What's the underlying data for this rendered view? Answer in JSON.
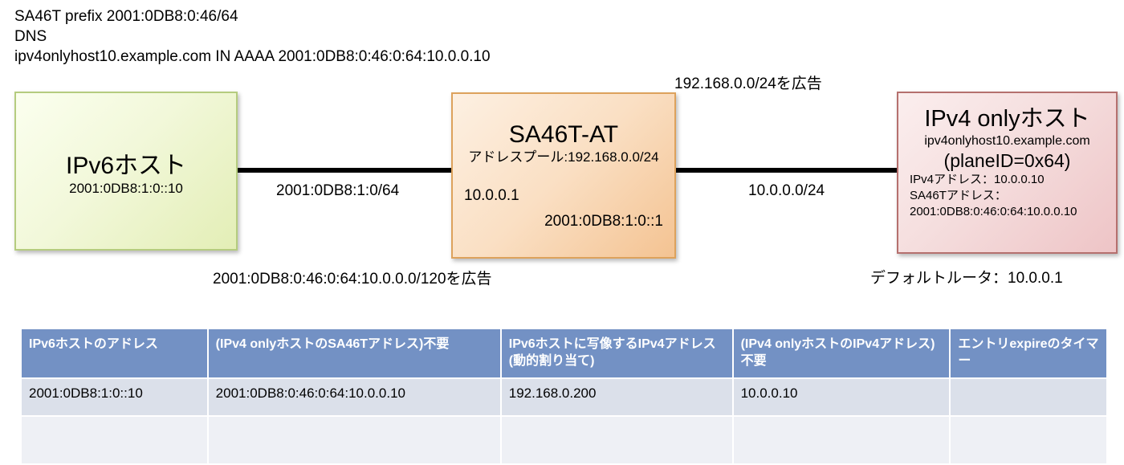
{
  "header_notes": [
    "SA46T prefix 2001:0DB8:0:46/64",
    "DNS",
    "ipv4onlyhost10.example.com IN AAAA 2001:0DB8:0:46:0:64:10.0.0.10"
  ],
  "nodes": {
    "ipv6_host": {
      "title": "IPv6ホスト",
      "address": "2001:0DB8:1:0::10",
      "color": "#e3eeb6",
      "border_color": "#b5cc7f"
    },
    "sa46t_at": {
      "title": "SA46T-AT",
      "pool": "アドレスプール:192.168.0.0/24",
      "ipv4": "10.0.0.1",
      "ipv6": "2001:0DB8:1:0::1",
      "color": "#f4c392",
      "border_color": "#dda25c"
    },
    "ipv4_only_host": {
      "title": "IPv4 onlyホスト",
      "fqdn": "ipv4onlyhost10.example.com",
      "plane_id": "(planeID=0x64)",
      "ipv4_line": "IPv4アドレス：10.0.0.10",
      "sa46t_label": "SA46Tアドレス：",
      "sa46t_value": "2001:0DB8:0:46:0:64:10.0.0.10",
      "color": "#eec4c6",
      "border_color": "#b5706e"
    }
  },
  "link_labels": {
    "left_link": "2001:0DB8:1:0/64",
    "right_link": "10.0.0.0/24",
    "advertise_v4_pool": "192.168.0.0/24を広告",
    "advertise_sa46t": "2001:0DB8:0:46:0:64:10.0.0.0/120を広告",
    "default_router": "デフォルトルータ：10.0.0.1"
  },
  "table": {
    "header_color": "#7391c4",
    "row_color": "#dbe0ea",
    "blank_row_color": "#eef0f5",
    "columns": [
      "IPv6ホストのアドレス",
      "(IPv4 onlyホストのSA46Tアドレス)不要",
      "IPv6ホストに写像するIPv4アドレス(動的割り当て)",
      "(IPv4 onlyホストのIPv4アドレス)不要",
      "エントリexpireのタイマー"
    ],
    "rows": [
      [
        "2001:0DB8:1:0::10",
        "2001:0DB8:0:46:0:64:10.0.0.10",
        "192.168.0.200",
        "10.0.0.10",
        ""
      ],
      [
        "",
        "",
        "",
        "",
        ""
      ]
    ]
  }
}
